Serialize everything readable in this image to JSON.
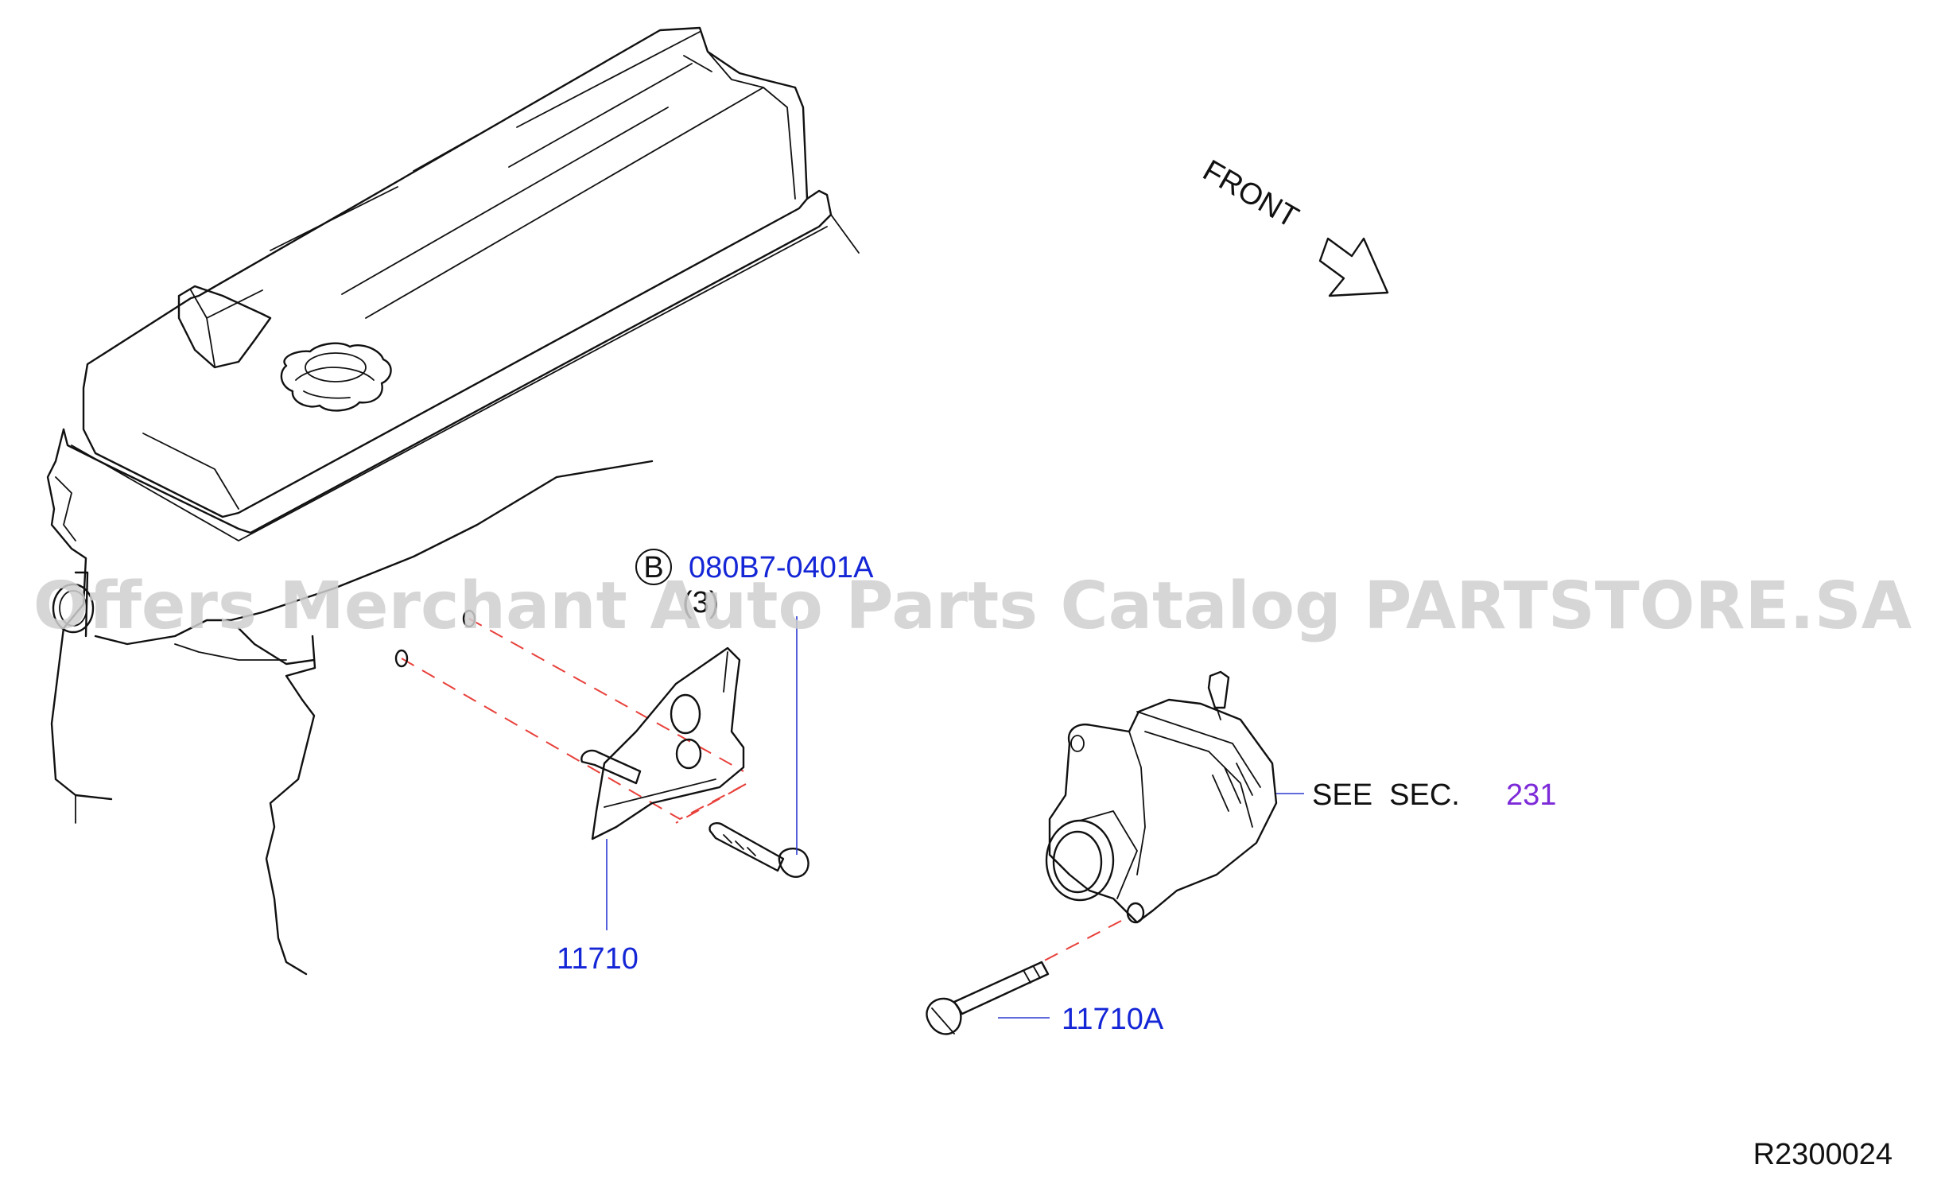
{
  "labels": {
    "bracket_part": "11710",
    "bolt_part": "11710A",
    "bracket_bolt_part": "080B7-0401A",
    "bracket_bolt_group": "B",
    "bracket_bolt_qty": "(3)",
    "see_text": "SEE  SEC.",
    "see_section": "231",
    "front": "FRONT",
    "diagram_id": "R2300024"
  },
  "watermark": "Offers Merchant Auto Parts Catalog PARTSTORE.SA",
  "colors": {
    "part_number": "#1426d6",
    "section_ref": "#7d2ad8",
    "leader_line": "#2b3ad0",
    "alignment_dash": "#e8403a"
  }
}
